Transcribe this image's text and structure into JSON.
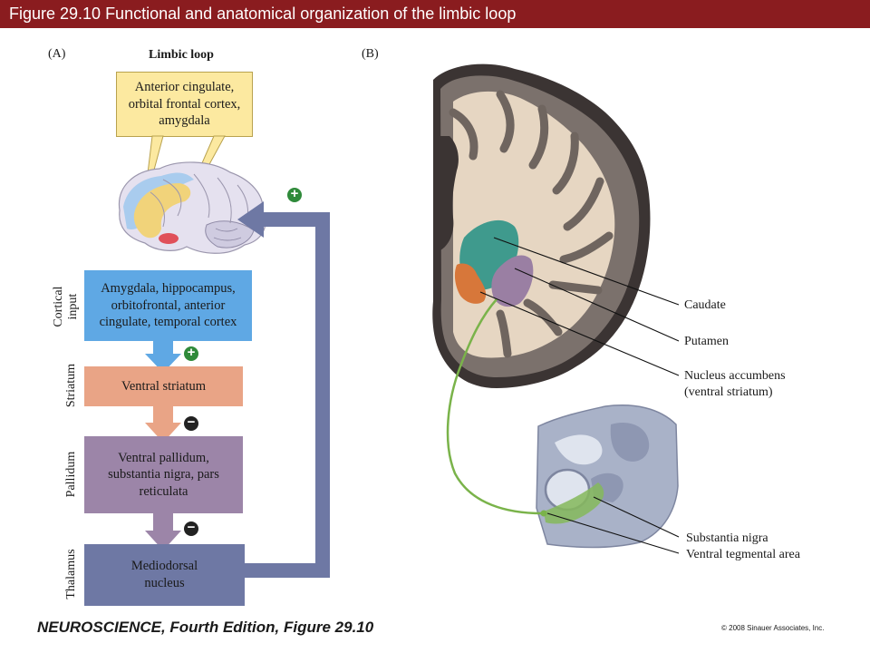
{
  "header": {
    "title": "Figure 29.10  Functional and anatomical organization of the limbic loop"
  },
  "panel_a": {
    "label": "(A)",
    "heading": "Limbic loop",
    "callout": [
      "Anterior cingulate,",
      "orbital frontal cortex,",
      "amygdala"
    ],
    "stages": [
      {
        "side": [
          "Cortical",
          "input"
        ],
        "text": [
          "Amygdala, hippocampus,",
          "orbitofrontal, anterior",
          "cingulate, temporal cortex"
        ]
      },
      {
        "side": [
          "Striatum"
        ],
        "text": [
          "Ventral striatum"
        ]
      },
      {
        "side": [
          "Pallidum"
        ],
        "text": [
          "Ventral pallidum,",
          "substantia nigra, pars",
          "reticulata"
        ]
      },
      {
        "side": [
          "Thalamus"
        ],
        "text": [
          "Mediodorsal",
          "nucleus"
        ]
      }
    ],
    "signs": {
      "feedback": "+",
      "cortex_to_striatum": "+",
      "striatum_to_pallidum": "−",
      "pallidum_to_thalamus": "−"
    }
  },
  "panel_b": {
    "label": "(B)",
    "structures": [
      "Caudate",
      "Putamen",
      "Nucleus accumbens",
      "(ventral striatum)",
      "Substantia nigra",
      "Ventral tegmental area"
    ]
  },
  "footer": {
    "book": "NEUROSCIENCE, Fourth Edition, Figure 29.10",
    "copyright": "© 2008 Sinauer Associates, Inc."
  },
  "colors": {
    "header_bar": "#8a1c1f",
    "cortical": "#5fa8e4",
    "striatum": "#e9a486",
    "pallidum": "#9c85a8",
    "thalamus": "#6e78a4",
    "callout": "#fce9a0",
    "plus_sign": "#2f8a3a",
    "minus_sign": "#222222",
    "caudate": "#3f9a8d",
    "putamen": "#9a7fa3",
    "accumbens": "#d7773a",
    "dopamine_path": "#7ab34a"
  }
}
